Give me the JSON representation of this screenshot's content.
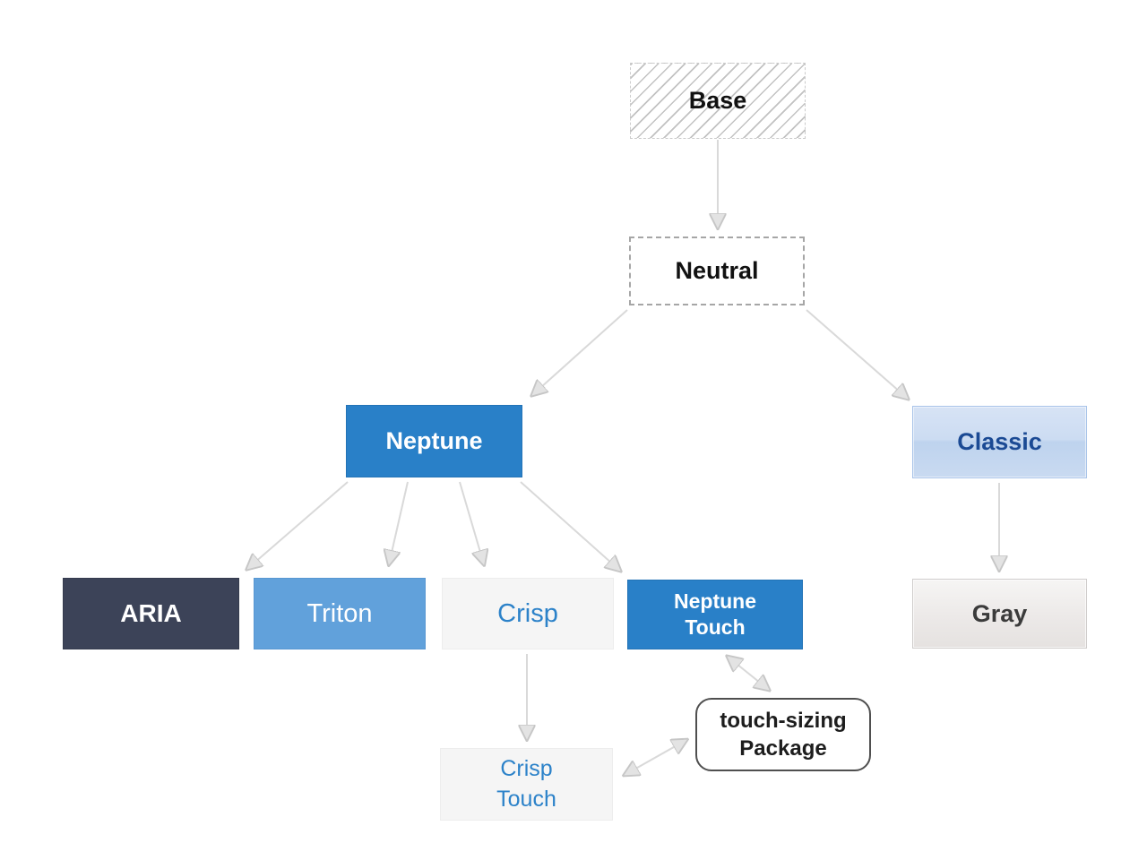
{
  "diagram": {
    "description": "Theme inheritance diagram",
    "nodes": {
      "base": {
        "label": "Base",
        "style": "hatched"
      },
      "neutral": {
        "label": "Neutral",
        "style": "dashed-outline"
      },
      "neptune": {
        "label": "Neptune",
        "style": "solid-blue"
      },
      "classic": {
        "label": "Classic",
        "style": "gradient-light-blue"
      },
      "aria": {
        "label": "ARIA",
        "style": "solid-navy"
      },
      "triton": {
        "label": "Triton",
        "style": "solid-light-blue"
      },
      "crisp": {
        "label": "Crisp",
        "style": "light-gray-blue-text"
      },
      "neptune_touch": {
        "label": "Neptune Touch",
        "style": "solid-blue"
      },
      "gray": {
        "label": "Gray",
        "style": "gradient-gray"
      },
      "crisp_touch": {
        "label": "Crisp Touch",
        "style": "light-gray-blue-text"
      },
      "touch_sizing": {
        "label": "touch-sizing Package",
        "style": "rounded-outline"
      }
    },
    "edges": [
      {
        "from": "base",
        "to": "neutral",
        "bidirectional": false
      },
      {
        "from": "neutral",
        "to": "neptune",
        "bidirectional": false
      },
      {
        "from": "neutral",
        "to": "classic",
        "bidirectional": false
      },
      {
        "from": "neptune",
        "to": "aria",
        "bidirectional": false
      },
      {
        "from": "neptune",
        "to": "triton",
        "bidirectional": false
      },
      {
        "from": "neptune",
        "to": "crisp",
        "bidirectional": false
      },
      {
        "from": "neptune",
        "to": "neptune_touch",
        "bidirectional": false
      },
      {
        "from": "classic",
        "to": "gray",
        "bidirectional": false
      },
      {
        "from": "crisp",
        "to": "crisp_touch",
        "bidirectional": false
      },
      {
        "from": "neptune_touch",
        "to": "touch_sizing",
        "bidirectional": true
      },
      {
        "from": "crisp_touch",
        "to": "touch_sizing",
        "bidirectional": true
      }
    ],
    "colors": {
      "neptune_blue": "#2980c8",
      "triton_blue": "#61a1db",
      "aria_navy": "#3c4358",
      "crisp_background": "#f5f5f5",
      "crisp_text_blue": "#2c82c9",
      "classic_text_navy": "#1b4a94",
      "classic_border": "#a9c4e9",
      "gray_text": "#3b3b3b",
      "arrow_gray": "#d9d9d9",
      "hatch_gray": "#c2c2c2"
    }
  }
}
